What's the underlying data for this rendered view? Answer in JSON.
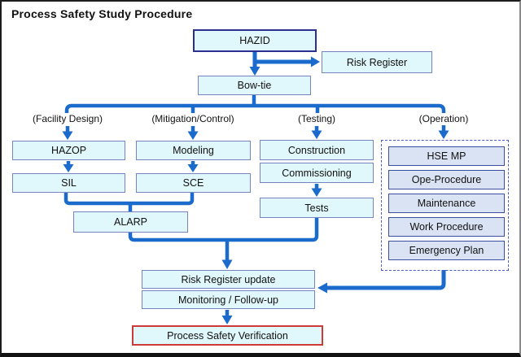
{
  "title": "Process Safety Study Procedure",
  "branch_labels": [
    "(Facility Design)",
    "(Mitigation/Control)",
    "(Testing)",
    "(Operation)"
  ],
  "nodes": {
    "hazid": "HAZID",
    "risk_register": "Risk Register",
    "bowtie": "Bow-tie",
    "hazop": "HAZOP",
    "sil": "SIL",
    "modeling": "Modeling",
    "sce": "SCE",
    "alarp": "ALARP",
    "construction": "Construction",
    "commissioning": "Commissioning",
    "tests": "Tests",
    "hse_mp": "HSE MP",
    "ope_procedure": "Ope-Procedure",
    "maintenance": "Maintenance",
    "work_procedure": "Work Procedure",
    "emergency_plan": "Emergency Plan",
    "risk_register_update": "Risk Register update",
    "monitoring": "Monitoring / Follow-up",
    "verification": "Process Safety Verification"
  },
  "colors": {
    "arrow": "#1A6BCB",
    "cyan_fill": "#E0F7FB",
    "cyan_border": "#7584C0",
    "hazid_border": "#2B2F90",
    "op_fill": "#DAE3F4",
    "op_border": "#3D4DA0",
    "dashed_border": "#4A5ABF",
    "red_border": "#CE3A3A",
    "text": "#111111"
  }
}
